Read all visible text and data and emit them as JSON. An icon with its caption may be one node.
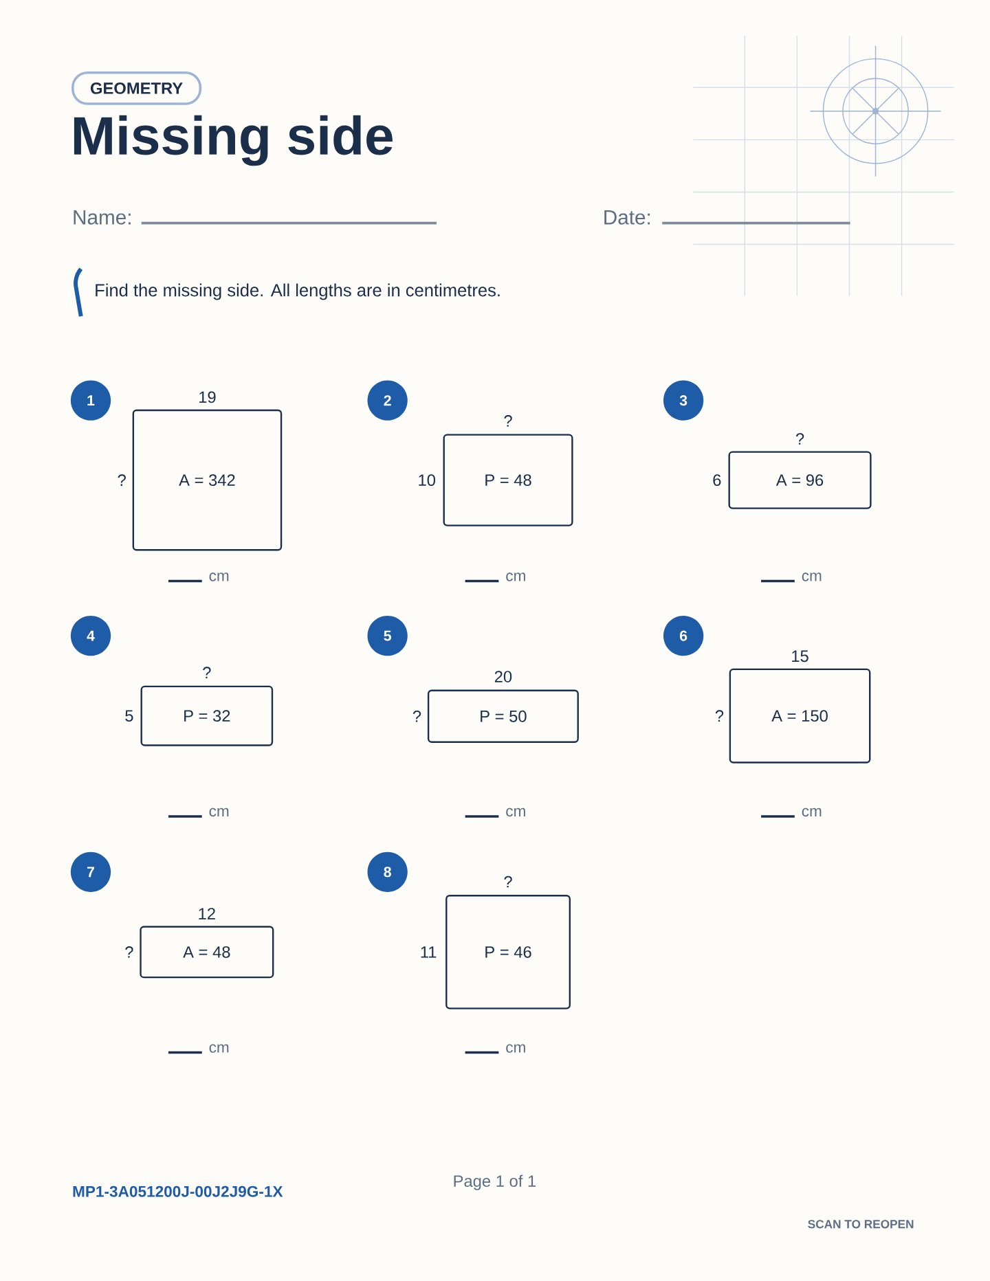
{
  "diagram": {
    "title": "Missing side",
    "nodes": [
      {
        "text": [
          "GEOMETRY"
        ]
      },
      {
        "text": [
          "1"
        ]
      },
      {
        "text": [
          "A = 342"
        ],
        "beside": [
          "19",
          "?"
        ]
      },
      {
        "text": [
          "2"
        ]
      },
      {
        "text": [
          "P = 48"
        ],
        "beside": [
          "?",
          "10"
        ]
      },
      {
        "text": [
          "3"
        ]
      },
      {
        "text": [
          "A = 96"
        ],
        "beside": [
          "?",
          "6"
        ]
      },
      {
        "text": [
          "4"
        ]
      },
      {
        "text": [
          "P = 32"
        ],
        "beside": [
          "?",
          "5"
        ]
      },
      {
        "text": [
          "5"
        ]
      },
      {
        "text": [
          "P = 50"
        ],
        "beside": [
          "20",
          "?"
        ]
      },
      {
        "text": [
          "6"
        ]
      },
      {
        "text": [
          "A = 150"
        ],
        "beside": [
          "15",
          "?"
        ]
      },
      {
        "text": [
          "7"
        ]
      },
      {
        "text": [
          "A = 48"
        ],
        "beside": [
          "12",
          "?"
        ]
      },
      {
        "text": [
          "8"
        ]
      },
      {
        "text": [
          "P = 46"
        ],
        "beside": [
          "?",
          "11"
        ]
      }
    ],
    "labels": [
      "Name:",
      "Date:",
      "Find the missing side. All lengths are in centimetres.",
      "cm",
      "cm",
      "cm",
      "cm",
      "cm",
      "cm",
      "cm",
      "cm",
      "MP1-3A051200J-00J2J9G-1X",
      "Page 1 of 1",
      "SCAN TO REOPEN"
    ]
  }
}
